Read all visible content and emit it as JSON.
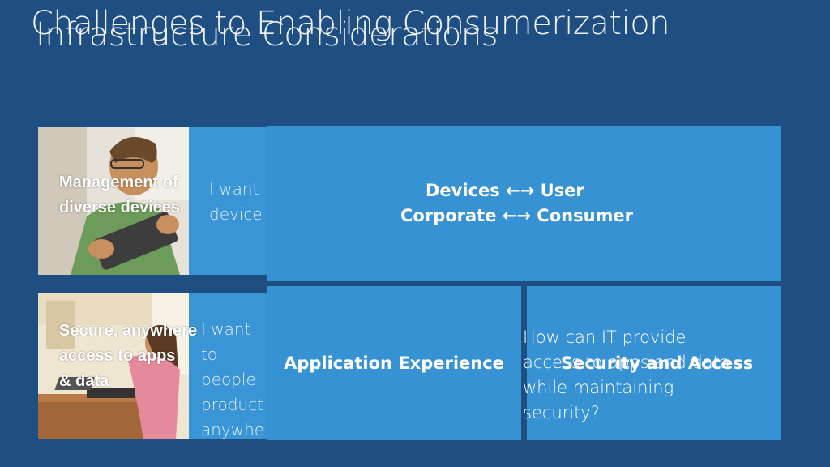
{
  "titles": {
    "back": "Challenges to Enabling Consumerization",
    "front": "Infrastructure Considerations"
  },
  "left_items": [
    {
      "label_line1": "Management of",
      "label_line2": "diverse devices",
      "quote_lines": [
        "I want",
        "device"
      ]
    },
    {
      "label_line1": "Secure, anywhere",
      "label_line2": "access to apps",
      "label_line3": "& data",
      "quote_lines": [
        "I want to",
        "people",
        "product",
        "anywhe"
      ]
    }
  ],
  "tiles": {
    "top_line1": "Devices ←→ User",
    "top_line2": "Corporate ←→ Consumer",
    "app": "Application Experience",
    "security": "Security and Access",
    "question_lines": [
      "How can IT provide",
      "access to apps and data",
      "while maintaining",
      "security?"
    ]
  },
  "colors": {
    "background": "#1f4f82",
    "tile": "#3792d3",
    "strip": "#3a95d6"
  }
}
